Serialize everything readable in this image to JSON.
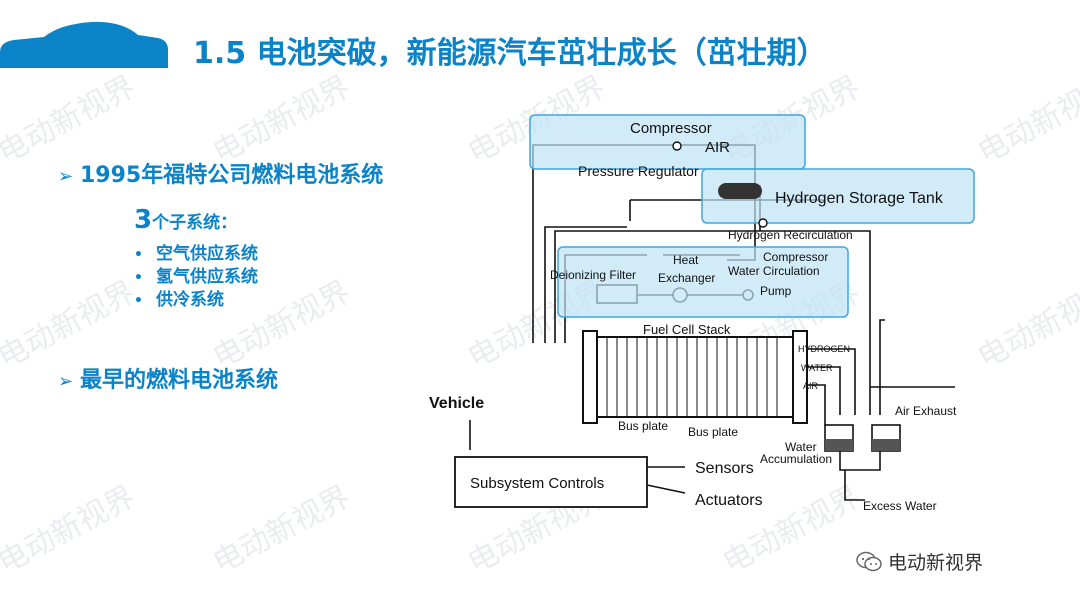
{
  "slide": {
    "title": "1.5 电池突破，新能源汽车茁壮成长（茁壮期）",
    "bullet1": "1995年福特公司燃料电池系统",
    "subsystem_count": "3",
    "subsystem_suffix": "个子系统：",
    "subsystems": [
      "空气供应系统",
      "氢气供应系统",
      "供冷系统"
    ],
    "bullet2": "最早的燃料电池系统",
    "watermark": "电动新视界",
    "brand_name": "电动新视界"
  },
  "diagram": {
    "compressor": "Compressor",
    "air": "AIR",
    "pressure_regulator": "Pressure Regulator",
    "hydrogen_tank": "Hydrogen Storage Tank",
    "hydrogen_recirculation": "Hydrogen Recirculation",
    "heat": "Heat",
    "exchanger": "Exchanger",
    "deionizing_filter": "Deionizing Filter",
    "compressor2": "Compressor",
    "water_circulation": "Water Circulation",
    "pump": "Pump",
    "fuel_cell_stack": "Fuel Cell Stack",
    "hydrogen": "HYDROGEN",
    "water": "WATER",
    "air_label": "AIR",
    "air_exhaust": "Air Exhaust",
    "bus_plate_1": "Bus plate",
    "bus_plate_2": "Bus plate",
    "vehicle": "Vehicle",
    "subsystem_controls": "Subsystem  Controls",
    "sensors": "Sensors",
    "actuators": "Actuators",
    "water_accumulation_1": "Water",
    "water_accumulation_2": "Accumulation",
    "excess_water": "Excess Water"
  },
  "colors": {
    "accent": "#0a83c9",
    "highlight_fill": "#bfe3f7",
    "highlight_stroke": "#3da7e0"
  }
}
